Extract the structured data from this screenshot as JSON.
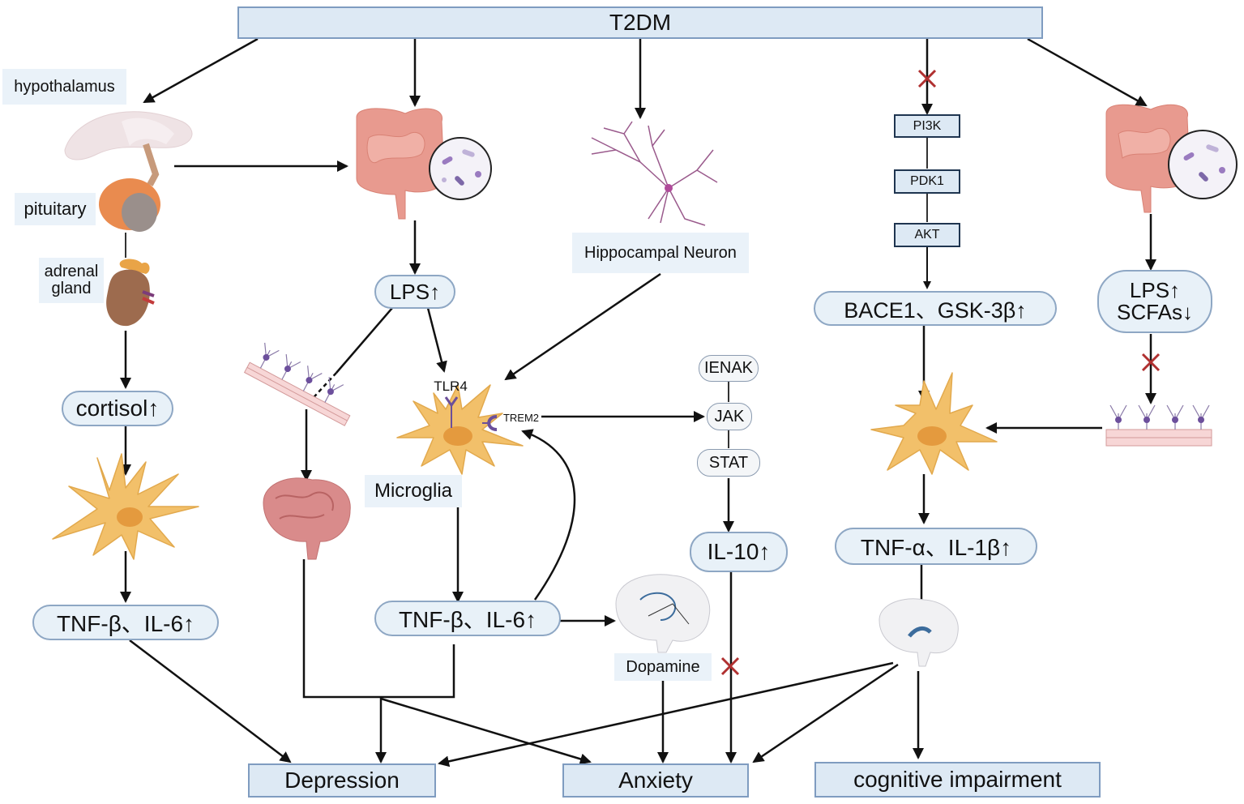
{
  "title": "T2DM",
  "left": {
    "hypothalamus": "hypothalamus",
    "pituitary": "pituitary",
    "adrenal": "adrenal\ngland",
    "cortisol": "cortisol↑",
    "cytokines": "TNF-β、IL-6↑"
  },
  "gut_path": {
    "lps": "LPS↑",
    "tlr4": "TLR4",
    "trem2": "TREM2",
    "microglia": "Microglia",
    "cytokines": "TNF-β、IL-6↑",
    "dopamine": "Dopamine"
  },
  "neuron": {
    "label": "Hippocampal Neuron"
  },
  "jak_stat": {
    "ienak": "IENAK",
    "jak": "JAK",
    "stat": "STAT",
    "il10": "IL-10↑"
  },
  "pi3k_path": {
    "pi3k": "PI3K",
    "pdk1": "PDK1",
    "akt": "AKT",
    "bace1": "BACE1、GSK-3β↑",
    "cytokines": "TNF-α、IL-1β↑"
  },
  "right_gut": {
    "lps_scfa": "LPS↑\nSCFAs↓"
  },
  "outcomes": {
    "depression": "Depression",
    "anxiety": "Anxiety",
    "cognitive": "cognitive impairment"
  },
  "colors": {
    "box_fill": "#dde9f4",
    "box_border": "#7f9cc0",
    "microglia": "#f2c06a",
    "gut": "#e89a8f",
    "inhibit": "#b03030",
    "neuron": "#9a5a8c"
  }
}
